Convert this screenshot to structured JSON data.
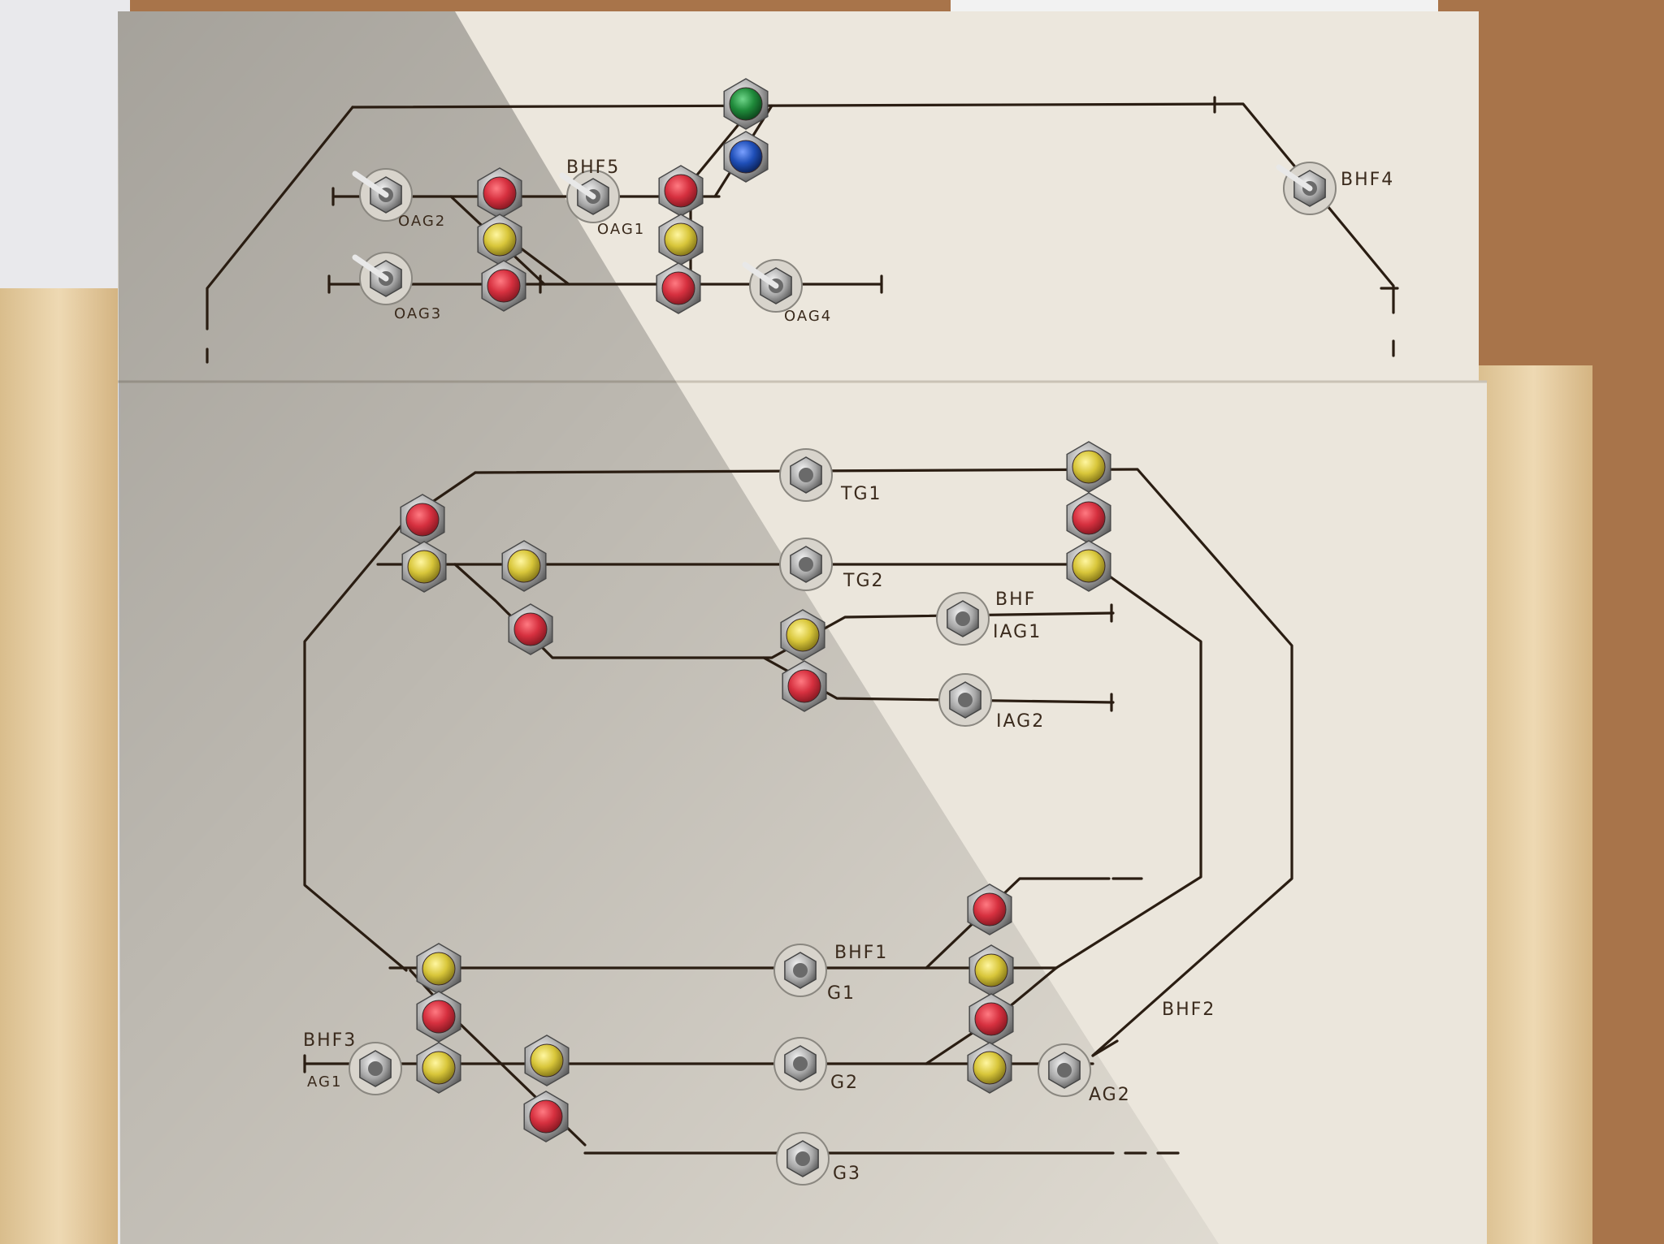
{
  "colors": {
    "red_button": "#d6303f",
    "yellow_button": "#d8c63a",
    "green_button": "#1f8a3a",
    "blue_button": "#1f4fb8",
    "panel": "#ece7dd",
    "track": "#2a1d12",
    "cork": "#a8744a",
    "wood": "#e6cfa4"
  },
  "icons": {
    "push_button": "push-button-icon",
    "toggle_switch": "toggle-switch-icon"
  },
  "labels": {
    "upper": {
      "bhf5": "BHF5",
      "bhf4": "BHF4",
      "oag2": "OAG2",
      "oag1": "OAG1",
      "oag3": "OAG3",
      "oag4": "OAG4"
    },
    "lower": {
      "tg1": "TG1",
      "tg2": "TG2",
      "bhf": "BHF",
      "iag1": "IAG1",
      "iag2": "IAG2",
      "bhf1": "BHF1",
      "g1": "G1",
      "bhf2": "BHF2",
      "bhf3": "BHF3",
      "ag1": "AG1",
      "g2": "G2",
      "ag2": "AG2",
      "g3": "G3"
    }
  }
}
